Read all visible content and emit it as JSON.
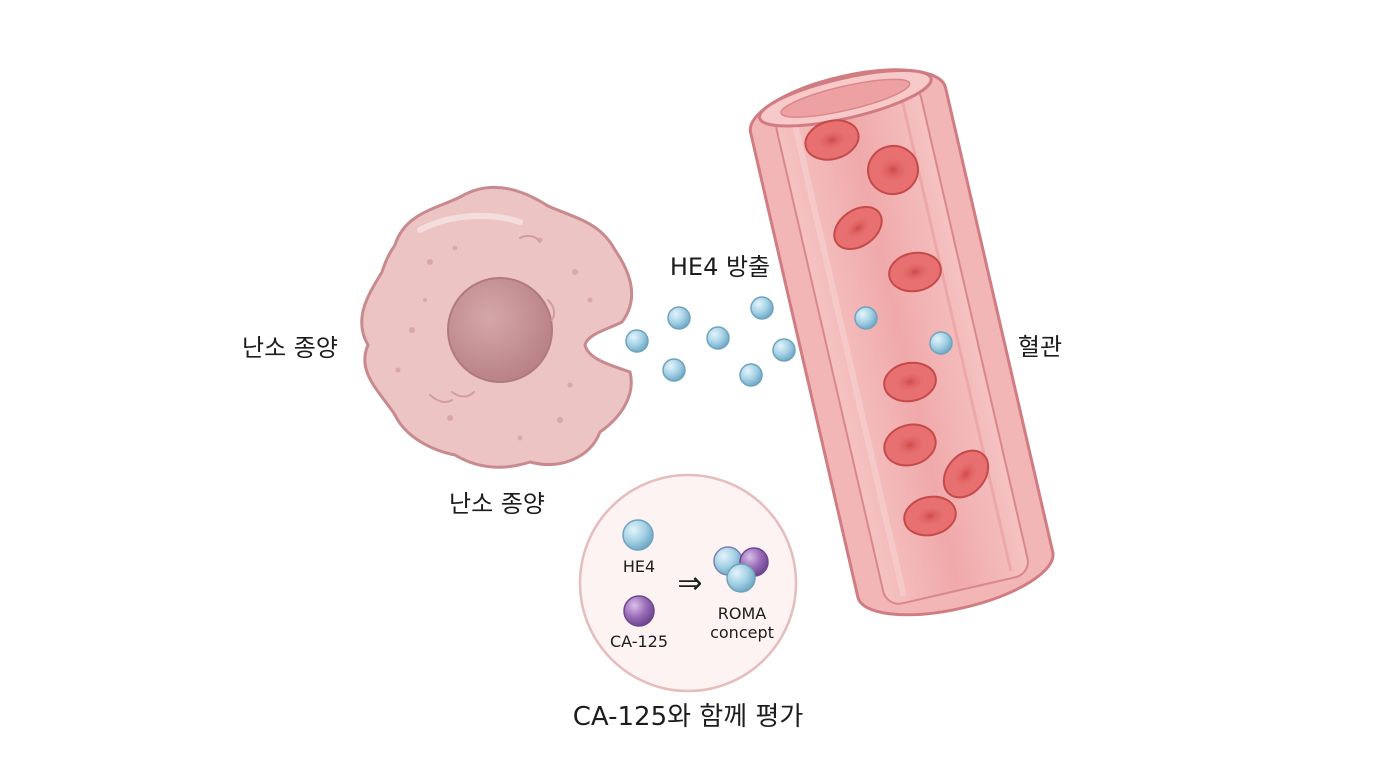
{
  "labels": {
    "tumor_left": "난소 종양",
    "tumor_bottom": "난소 종양",
    "secretion": "HE4 방출",
    "vessel": "혈관",
    "caption": "CA-125와 함께 평가"
  },
  "inset": {
    "he4": "HE4",
    "ca125": "CA-125",
    "roma_line1": "ROMA",
    "roma_line2": "concept",
    "arrow": "⇒"
  },
  "colors": {
    "cell_fill": "#ecc4c4",
    "cell_outline": "#c88a8e",
    "nucleus": "#c59396",
    "he4_molecule": "#a6d2e6",
    "ca125_molecule": "#9a6db8",
    "vessel_wall": "#f2b3b3",
    "red_blood_cell": "#e06262"
  }
}
